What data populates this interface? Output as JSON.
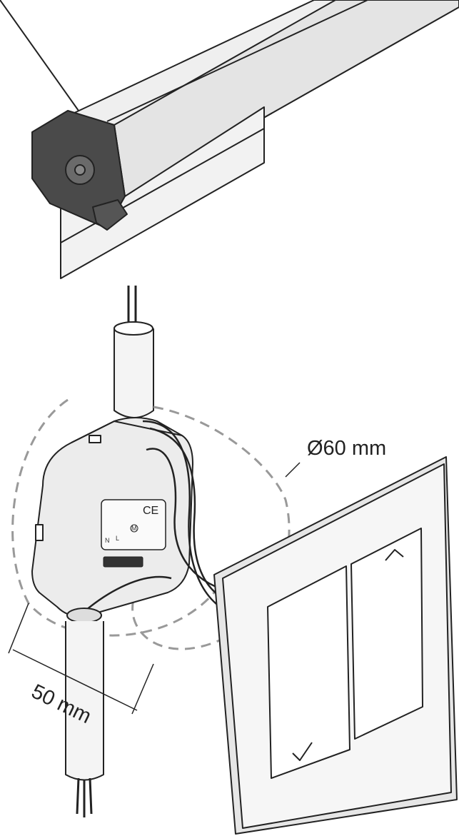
{
  "labels": {
    "diameter": "Ø60 mm",
    "width": "50 mm"
  },
  "module": {
    "ce_mark": "CE",
    "terminal_n": "N",
    "terminal_l": "L",
    "motor_symbol": "M"
  },
  "colors": {
    "line": "#222222",
    "fill_light": "#ececec",
    "fill_mid": "#dcdcdc",
    "motor_dark": "#4a4a4a",
    "dashed": "#999999"
  }
}
